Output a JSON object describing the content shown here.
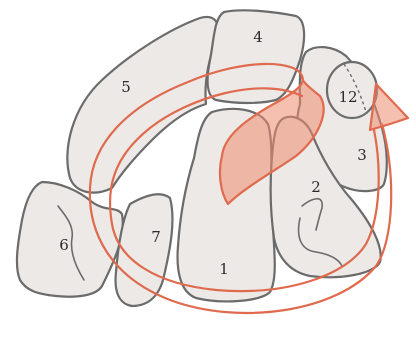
{
  "colors": {
    "outline": "#6b6b6b",
    "region_fill": "#ece9e6",
    "arrow_stroke": "#e06a4e",
    "arrow_fill": "rgba(238,140,112,0.55)"
  },
  "regions": [
    {
      "id": "1",
      "label": "1"
    },
    {
      "id": "2",
      "label": "2"
    },
    {
      "id": "3",
      "label": "3"
    },
    {
      "id": "4",
      "label": "4"
    },
    {
      "id": "5",
      "label": "5"
    },
    {
      "id": "6",
      "label": "6"
    },
    {
      "id": "7",
      "label": "7"
    },
    {
      "id": "12",
      "label": "12"
    }
  ]
}
